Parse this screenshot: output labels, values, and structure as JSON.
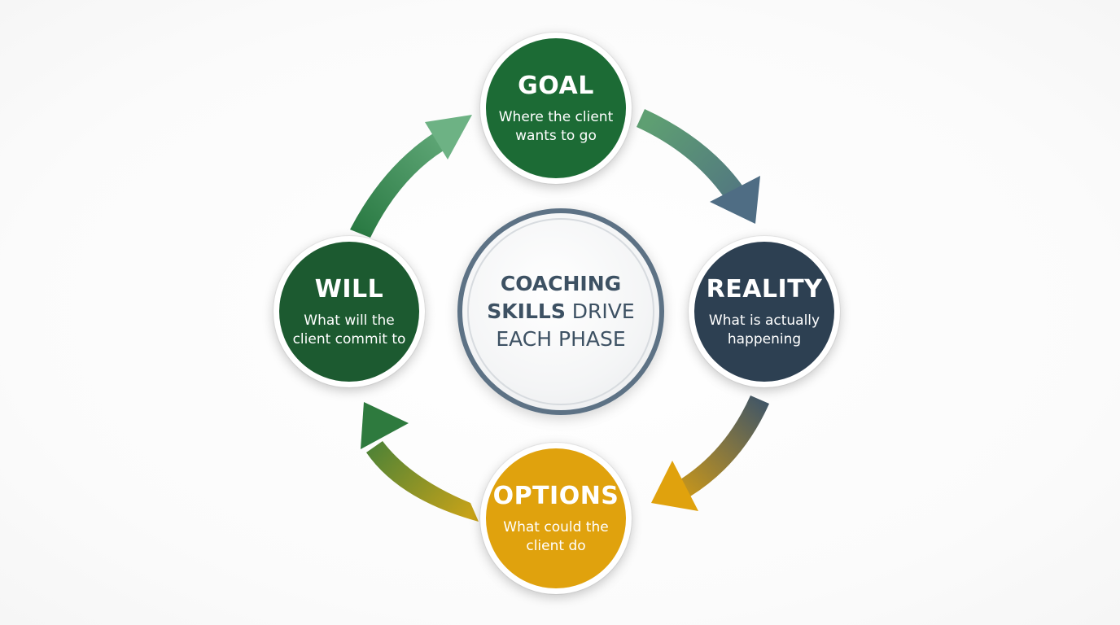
{
  "center": {
    "line1": "COACHING",
    "line2_bold": "SKILLS",
    "line2_rest": " DRIVE",
    "line3": "EACH PHASE"
  },
  "phases": {
    "goal": {
      "title": "GOAL",
      "description": "Where the client wants to go",
      "color": "#1c6b35"
    },
    "reality": {
      "title": "REALITY",
      "description": "What is actually happening",
      "color": "#2d4052"
    },
    "options": {
      "title": "OPTIONS",
      "description": "What could the client do",
      "color": "#e0a20d"
    },
    "will": {
      "title": "WILL",
      "description": "What will the client commit to",
      "color": "#1c5a30"
    }
  },
  "arrows": [
    {
      "from": "goal",
      "to": "reality",
      "color_start": "#5e9f72",
      "color_end": "#4f6d84"
    },
    {
      "from": "reality",
      "to": "options",
      "color_start": "#3f5568",
      "color_end": "#e0a20d"
    },
    {
      "from": "options",
      "to": "will",
      "color_start": "#c9a318",
      "color_end": "#2e7a3e"
    },
    {
      "from": "will",
      "to": "goal",
      "color_start": "#2a7a43",
      "color_end": "#6db284"
    }
  ]
}
